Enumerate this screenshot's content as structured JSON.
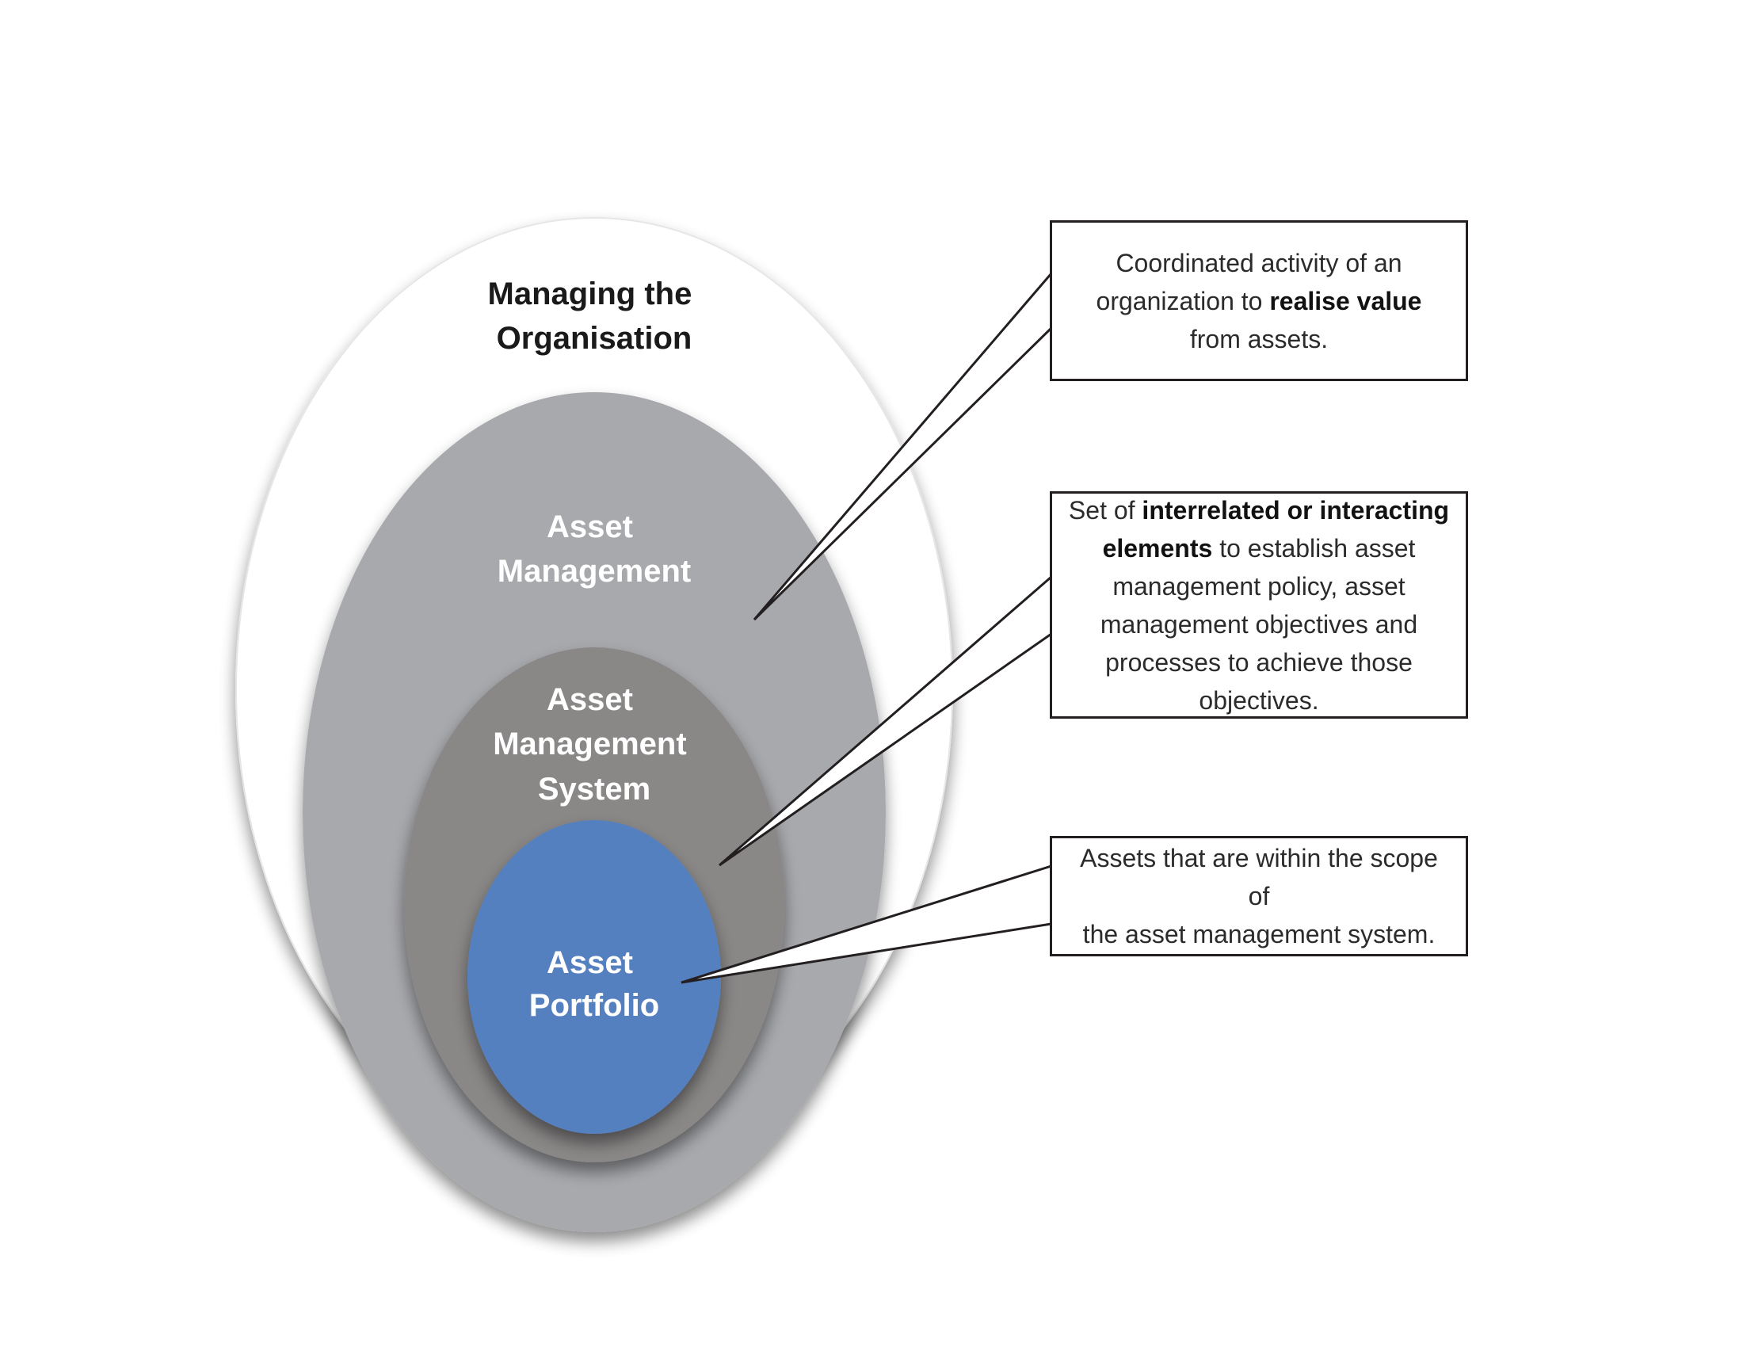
{
  "colors": {
    "outer_fill": "#ffffff",
    "asset_management_fill": "#a8a9ad",
    "asset_management_system_fill": "#8a8787",
    "asset_portfolio_fill": "#5580bf",
    "outer_label_color": "#1a1a1a",
    "inner_label_color": "#ffffff",
    "callout_border": "#231f20"
  },
  "ellipses": {
    "managing_organisation": {
      "label_lines": [
        "Managing the",
        "Organisation"
      ]
    },
    "asset_management": {
      "label_lines": [
        "Asset",
        "Management"
      ]
    },
    "asset_management_system": {
      "label_lines": [
        "Asset",
        "Management",
        "System"
      ]
    },
    "asset_portfolio": {
      "label_lines": [
        "Asset",
        "Portfolio"
      ]
    }
  },
  "callouts": {
    "asset_management": {
      "parts": [
        {
          "text": "Coordinated activity of an",
          "bold": false
        },
        {
          "br": true
        },
        {
          "text": "organization to ",
          "bold": false
        },
        {
          "text": "realise value",
          "bold": true
        },
        {
          "br": true
        },
        {
          "text": "from assets.",
          "bold": false
        }
      ]
    },
    "asset_management_system": {
      "parts": [
        {
          "text": "Set of ",
          "bold": false
        },
        {
          "text": "interrelated or interacting",
          "bold": true
        },
        {
          "br": true
        },
        {
          "text": "elements",
          "bold": true
        },
        {
          "text": " to establish asset",
          "bold": false
        },
        {
          "br": true
        },
        {
          "text": "management policy, asset",
          "bold": false
        },
        {
          "br": true
        },
        {
          "text": "management objectives and",
          "bold": false
        },
        {
          "br": true
        },
        {
          "text": "processes to achieve those objectives.",
          "bold": false
        }
      ]
    },
    "asset_portfolio": {
      "parts": [
        {
          "text": "Assets that are within the scope of",
          "bold": false
        },
        {
          "br": true
        },
        {
          "text": "the asset management system.",
          "bold": false
        }
      ]
    }
  }
}
